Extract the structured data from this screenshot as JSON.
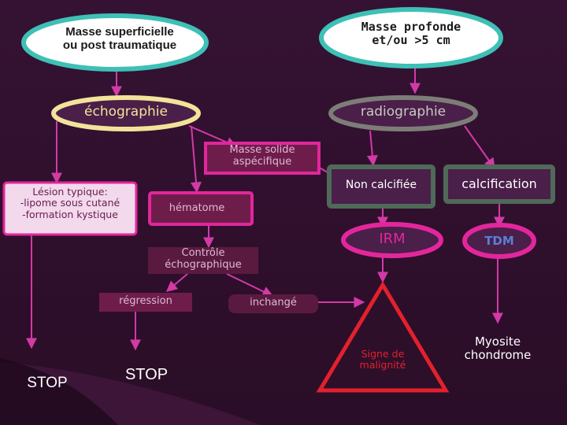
{
  "nodes": {
    "superficial": "Masse superficielle\nou post traumatique",
    "deep": "Masse profonde\net/ou >5 cm",
    "echo": "échographie",
    "radio": "radiographie",
    "solid": "Masse solide\naspécifique",
    "typical": "Lésion typique:\n-lipome sous cutané\n-formation kystique",
    "hematome": "hématome",
    "non_calc": "Non calcifiée",
    "calc": "calcification",
    "irm": "IRM",
    "tdm": "TDM",
    "control": "Contrôle\néchographique",
    "regression": "régression",
    "unchanged": "inchangé",
    "stop1": "STOP",
    "stop2": "STOP",
    "malignancy": "Signe de\nmalignité",
    "myositis": "Myosite\nchondrome"
  },
  "colors": {
    "background": "#2e0f2a",
    "teal": "#3ec0b6",
    "yellow": "#f3e39a",
    "gray": "#7d7d78",
    "pink": "#e3269c",
    "red_triangle": "#e3212c",
    "dark_green": "#4f6a58",
    "maroon": "#6e1d4a",
    "connector": "#d23aa6"
  }
}
